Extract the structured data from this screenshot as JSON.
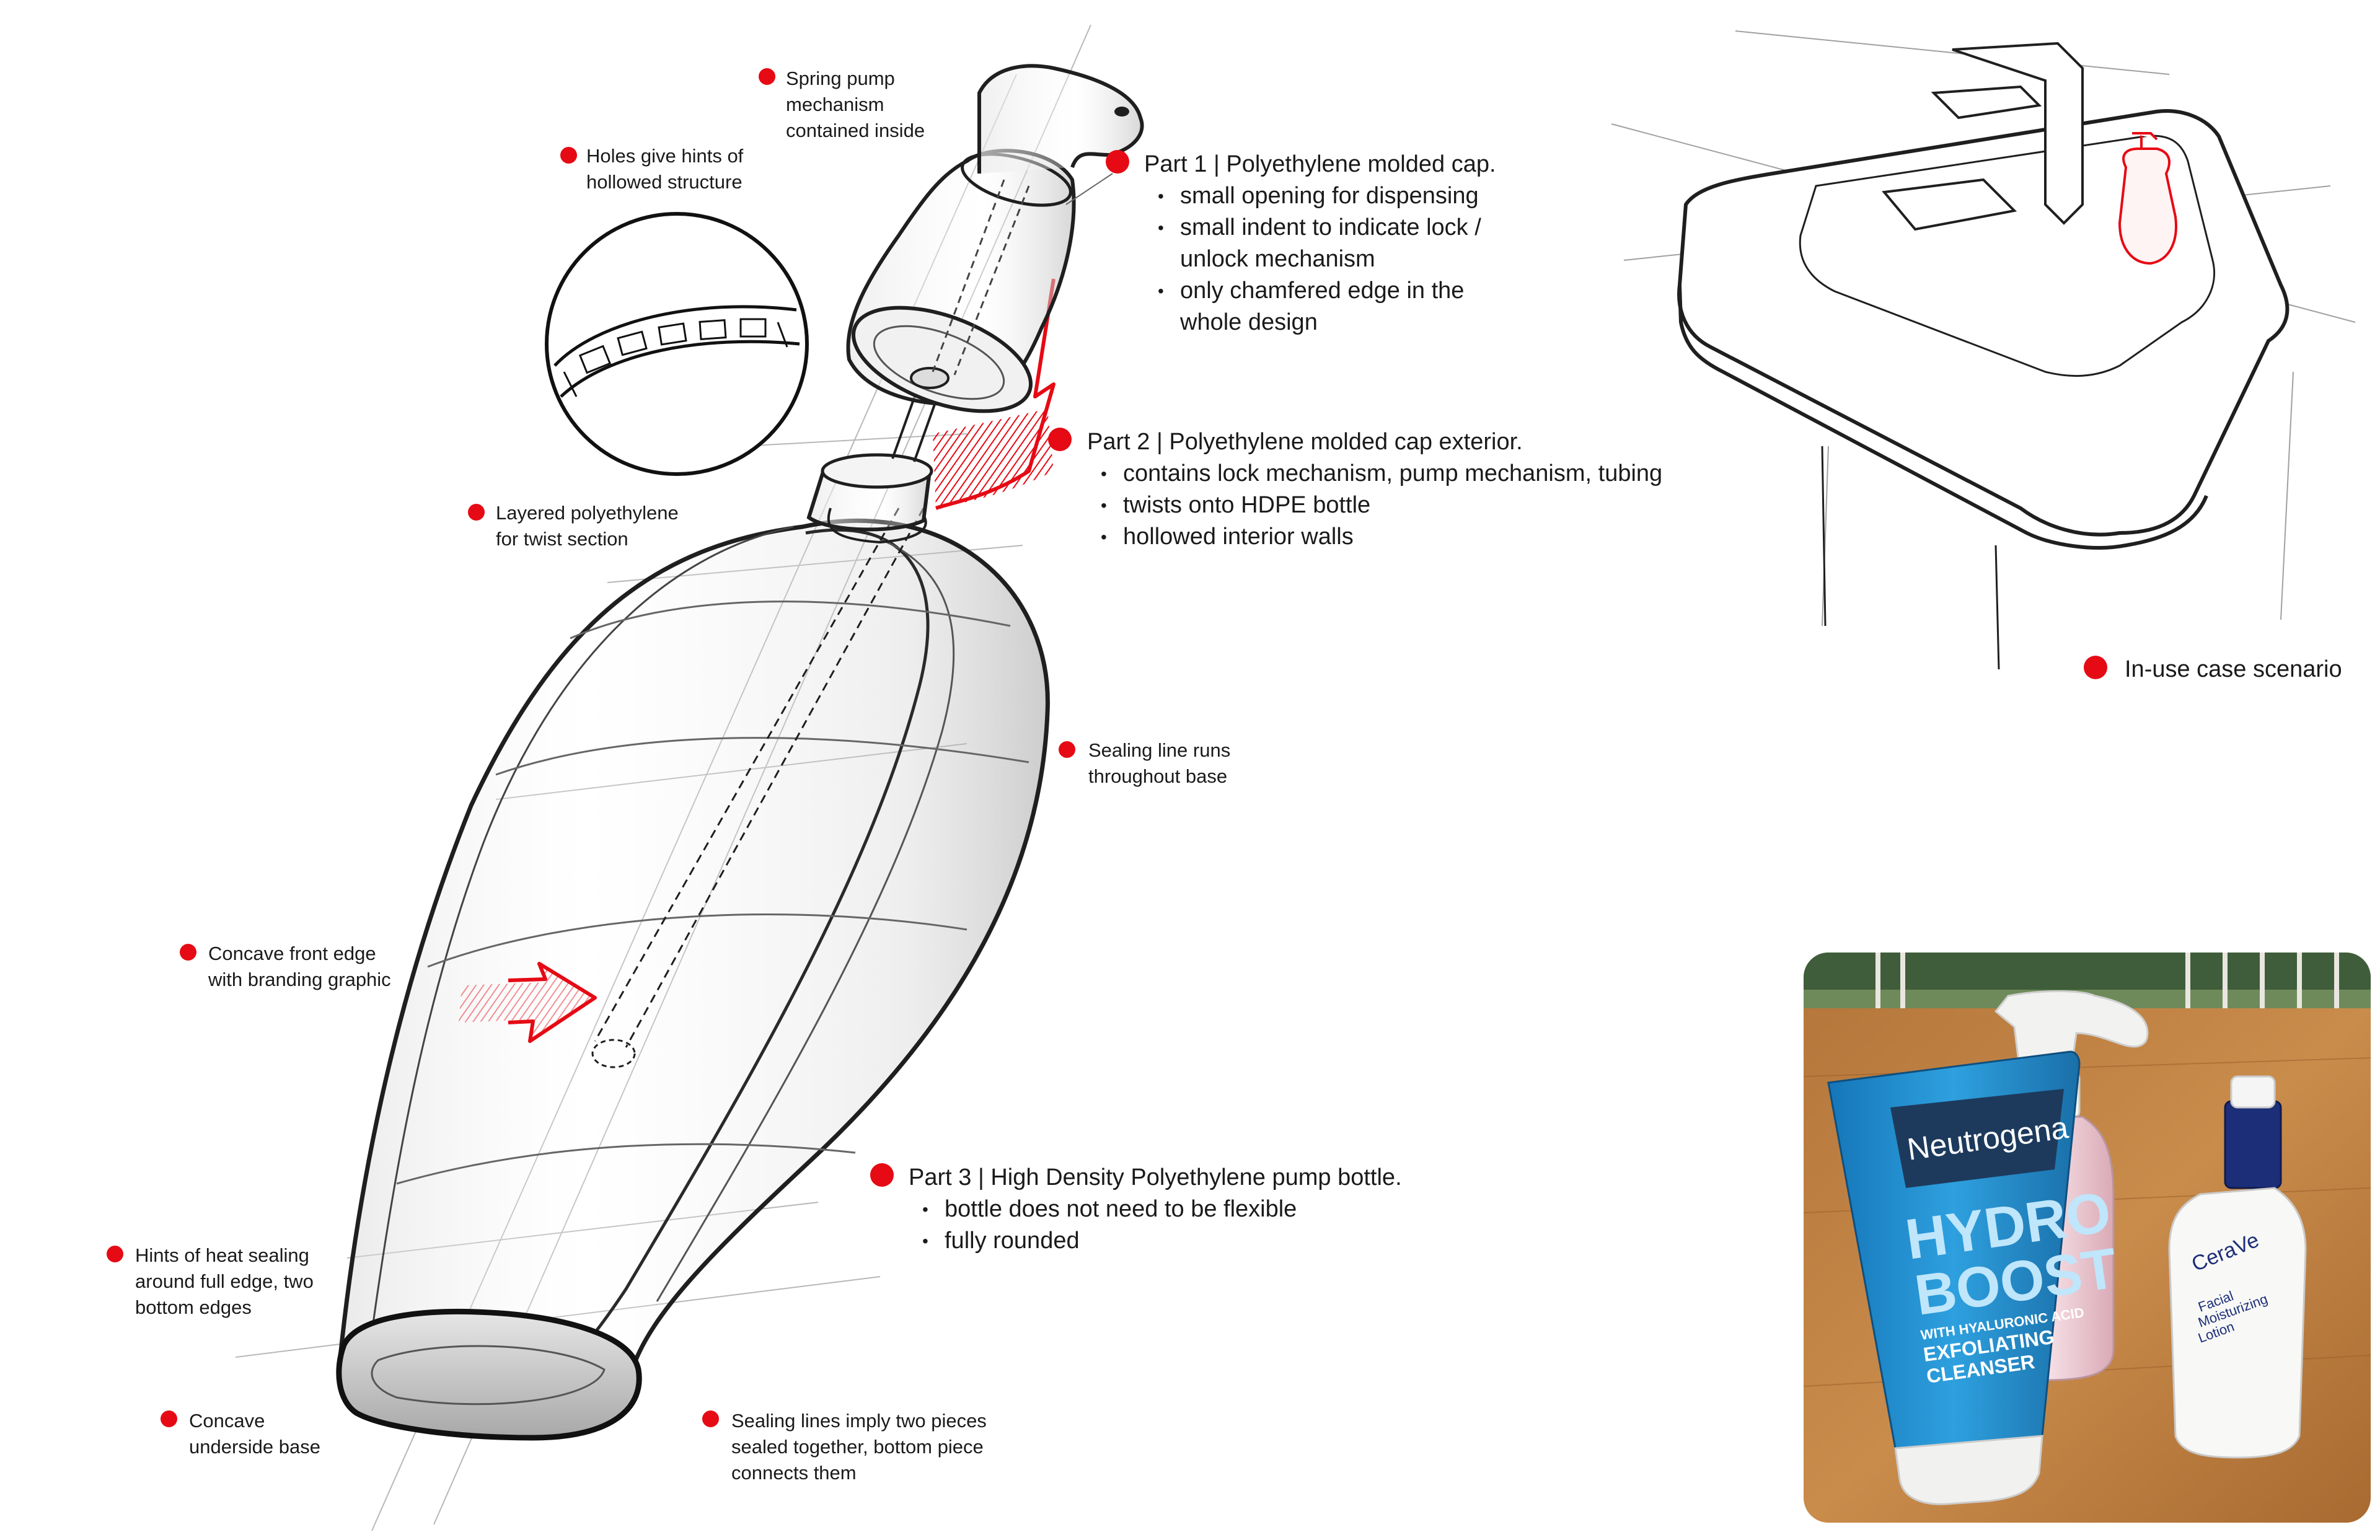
{
  "colors": {
    "accent": "#e60a14",
    "ink": "#1a1a1a",
    "sketch": "#2a2a2a",
    "paper": "#ffffff"
  },
  "callouts": {
    "spring_pump": [
      "Spring pump",
      "mechanism",
      "contained inside"
    ],
    "holes": [
      "Holes give hints of",
      "hollowed structure"
    ],
    "layered": [
      "Layered polyethylene",
      "for twist section"
    ],
    "sealing_line": [
      "Sealing line runs",
      "throughout base"
    ],
    "concave_front": [
      "Concave front edge",
      "with branding graphic"
    ],
    "heat_sealing": [
      "Hints of heat sealing",
      "around full edge, two",
      "bottom edges"
    ],
    "concave_base": [
      "Concave",
      "underside base"
    ],
    "sealing_lines": [
      "Sealing lines imply two pieces",
      "sealed together, bottom piece",
      "connects them"
    ],
    "in_use": "In-use case scenario"
  },
  "parts": {
    "part1": {
      "heading": "Part 1  |  Polyethylene molded cap.",
      "bullets": [
        "small opening for dispensing",
        "small indent to indicate lock /",
        "unlock mechanism",
        "only chamfered edge in the",
        "whole design"
      ]
    },
    "part2": {
      "heading": "Part 2  |  Polyethylene molded cap exterior.",
      "bullets": [
        "contains lock mechanism, pump mechanism, tubing",
        "twists onto HDPE bottle",
        "hollowed interior walls"
      ]
    },
    "part3": {
      "heading": "Part 3  |  High Density Polyethylene pump bottle.",
      "bullets": [
        "bottle does not need to be flexible",
        "fully rounded"
      ]
    }
  },
  "photo": {
    "tube_brand": "Neutrogena",
    "tube_line1": "HYDRO",
    "tube_line2": "BOOST",
    "tube_sub1": "WITH HYALURONIC ACID",
    "tube_sub2": "EXFOLIATING",
    "tube_sub3": "CLEANSER",
    "lotion_brand": "CeraVe",
    "lotion_text1": "Facial",
    "lotion_text2": "Moisturizing",
    "lotion_text3": "Lotion"
  }
}
